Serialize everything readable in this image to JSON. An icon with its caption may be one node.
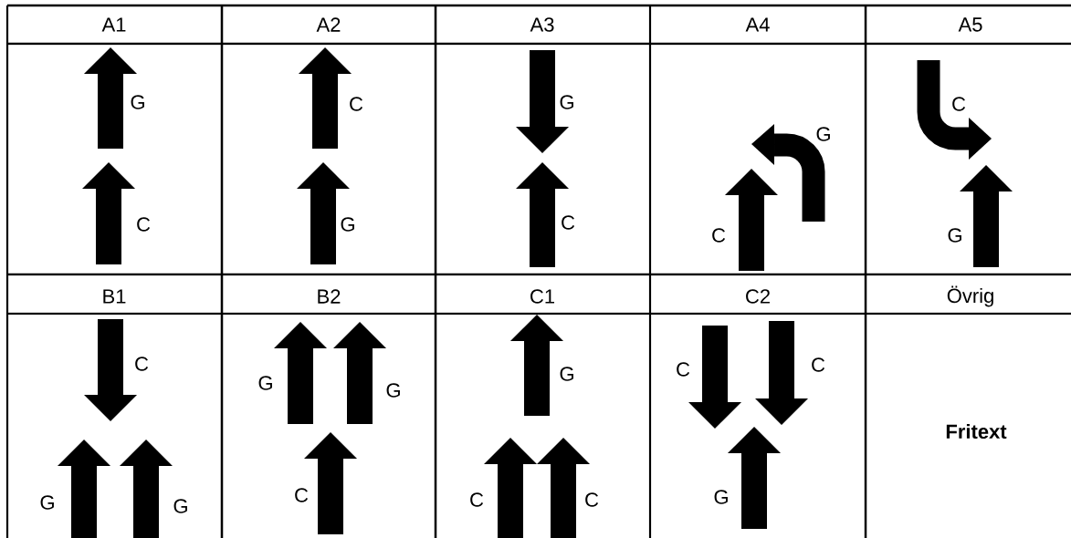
{
  "diagram": {
    "labels": [
      "A1",
      "A2",
      "A3",
      "A4",
      "A5",
      "G",
      "C",
      "C",
      "G",
      "G",
      "C",
      "G",
      "C",
      "C",
      "G",
      "B1",
      "B2",
      "C1",
      "C2",
      "Övrig",
      "C",
      "G",
      "G",
      "G",
      "G",
      "C",
      "G",
      "C",
      "C",
      "C",
      "C",
      "G",
      "Fritext"
    ]
  }
}
